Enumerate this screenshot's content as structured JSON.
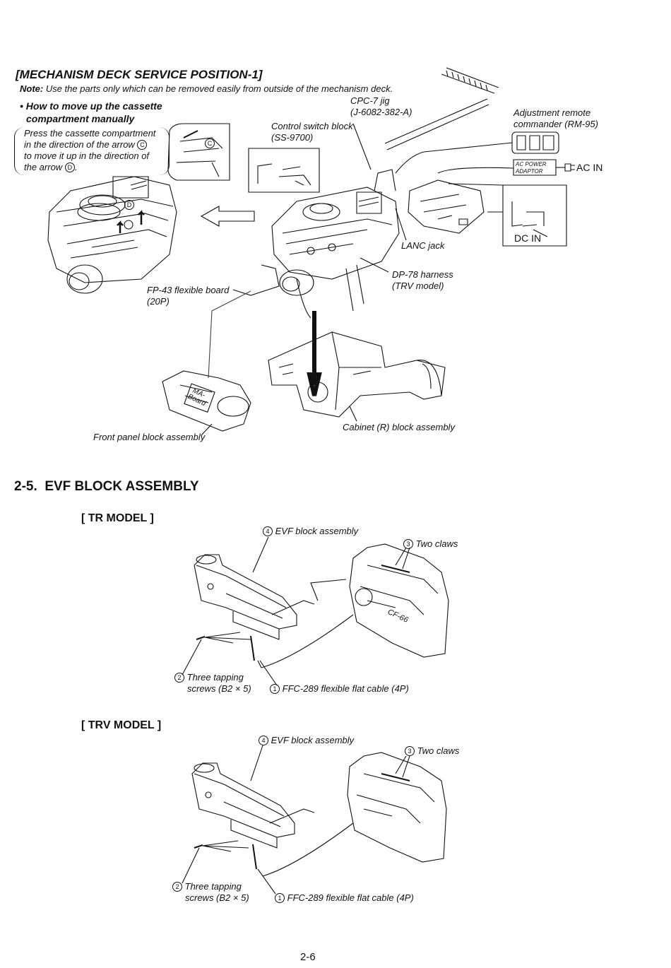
{
  "service_position": {
    "title": "[MECHANISM DECK SERVICE POSITION-1]",
    "note_label": "Note:",
    "note_text": " Use the parts only which can be removed easily from outside of the mechanism deck.",
    "howto_title_1": "• How to move up the cassette",
    "howto_title_2": "compartment manually",
    "howto_body": [
      "Press the cassette compartment",
      "in the direction of the arrow",
      "to move it up in the direction of",
      "the arrow"
    ],
    "arrow_c": "C",
    "arrow_d": "D",
    "period": ".",
    "labels": {
      "cpc7": [
        "CPC-7 jig",
        "(J-6082-382-A)"
      ],
      "control_switch": [
        "Control switch block",
        "(SS-9700)"
      ],
      "remote": [
        "Adjustment remote",
        "commander (RM-95)"
      ],
      "ac_power": [
        "AC POWER",
        "ADAPTOR"
      ],
      "ac_in": "AC IN",
      "dc_in": "DC IN",
      "lanc": "LANC jack",
      "dp78": [
        "DP-78 harness",
        "(TRV model)"
      ],
      "fp43": [
        "FP-43 flexible board",
        "(20P)"
      ],
      "ma_board": [
        "MA-",
        "Board"
      ],
      "front_panel": "Front panel block assembly",
      "cabinet_r": "Cabinet (R) block assembly"
    }
  },
  "section": {
    "number": "2-5.",
    "title": "EVF BLOCK ASSEMBLY"
  },
  "tr_model": {
    "heading": "[ TR MODEL ]",
    "evf": {
      "num": "4",
      "text": "EVF block assembly"
    },
    "claws": {
      "num": "3",
      "text": "Two claws"
    },
    "screws": {
      "num": "2",
      "text": [
        "Three tapping",
        "screws (B2 × 5)"
      ]
    },
    "ffc": {
      "num": "1",
      "text": "FFC-289 flexible flat cable (4P)"
    },
    "cf_label": "CF-66"
  },
  "trv_model": {
    "heading": "[ TRV MODEL ]",
    "evf": {
      "num": "4",
      "text": "EVF block assembly"
    },
    "claws": {
      "num": "3",
      "text": "Two claws"
    },
    "screws": {
      "num": "2",
      "text": [
        "Three tapping",
        "screws (B2 × 5)"
      ]
    },
    "ffc": {
      "num": "1",
      "text": "FFC-289 flexible flat cable (4P)"
    }
  },
  "page_number": "2-6"
}
